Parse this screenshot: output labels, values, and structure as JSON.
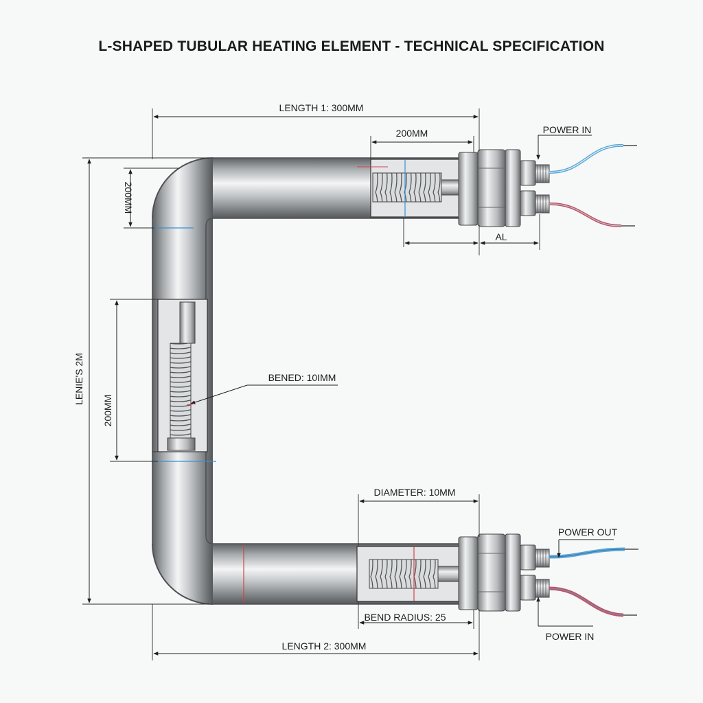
{
  "title": "L-SHAPED TUBULAR HEATING ELEMENT - TECHNICAL SPECIFICATION",
  "dimensions": {
    "length1": "LENGTH 1: 300MM",
    "top_200": "200MM",
    "left_top_200": "200MM",
    "left_mid_200": "200MM",
    "overall_height": "LENIE'S 2M",
    "al": "AL",
    "bend": "BENED: 10IMM",
    "diameter": "DIAMETER: 10MM",
    "bend_radius": "BEND RADIUS: 25",
    "length2": "LENGTH 2: 300MM"
  },
  "terminals": {
    "top_power_in": "POWER IN",
    "bottom_power_out": "POWER OUT",
    "bottom_power_in": "POWER IN"
  },
  "colors": {
    "tube_dark": "#6f7275",
    "tube_light": "#f2f3f4",
    "wire_blue": "#5aa6d6",
    "wire_red": "#c8505a",
    "accent_red": "#d8404a",
    "accent_blue": "#3a8fd0"
  }
}
